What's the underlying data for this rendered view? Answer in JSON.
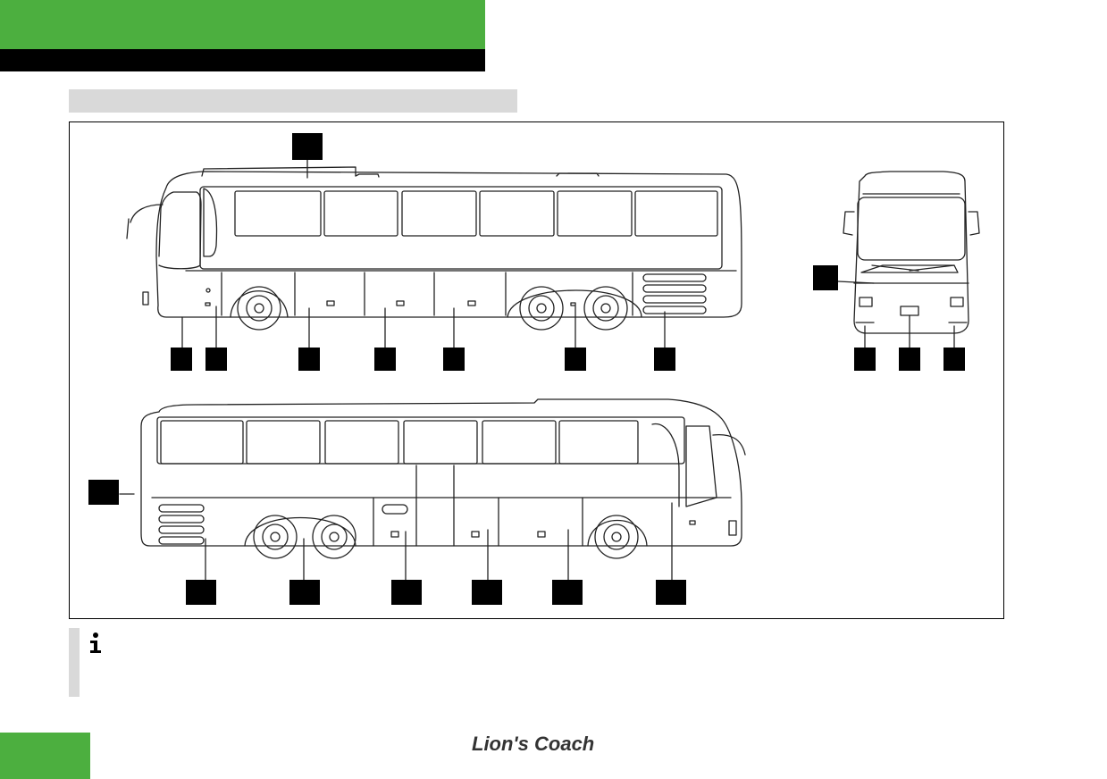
{
  "header": {
    "accent_color": "#4caf3f",
    "bar_color": "#000000"
  },
  "section": {
    "color": "#d9d9d9"
  },
  "figure": {
    "callout_color": "#000000",
    "views": [
      "coach-side-right",
      "coach-front",
      "coach-side-left"
    ]
  },
  "info": {
    "icon": "info-icon"
  },
  "footer": {
    "brand_text": "Lion's Coach",
    "accent_color": "#4caf3f"
  }
}
